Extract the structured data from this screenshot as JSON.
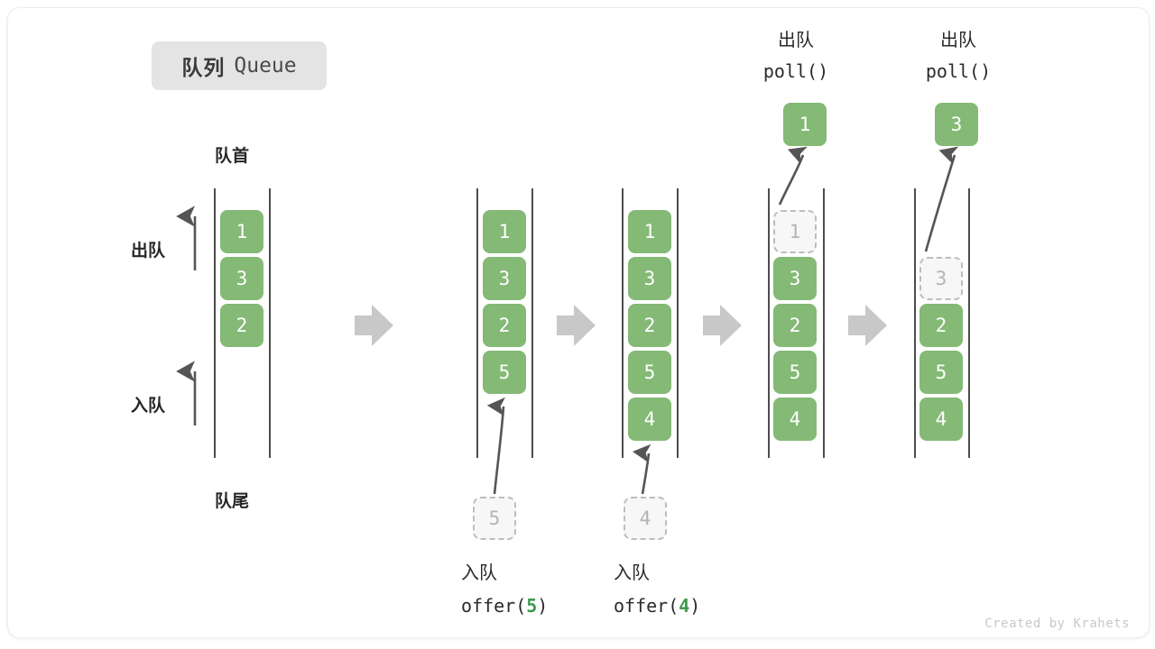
{
  "title": {
    "cn": "队列",
    "en": "Queue"
  },
  "colors": {
    "box_fill": "#84b976",
    "box_text": "#ffffff",
    "ghost_fill": "#f7f7f7",
    "ghost_border": "#bdbdbd",
    "ghost_text": "#b4b4b4",
    "rail": "#4d4d4d",
    "arrow_gray": "#c8c8c8",
    "accent_green": "#3e9a4e",
    "badge_bg": "#e4e4e4",
    "text": "#2b2b2b"
  },
  "side_labels": {
    "head": "队首",
    "tail": "队尾",
    "dequeue": "出队",
    "enqueue": "入队"
  },
  "credit": "Created by Krahets",
  "columns": [
    {
      "id": "initial",
      "top_label": null,
      "bottom_label": null,
      "items": [
        "1",
        "3",
        "2"
      ],
      "slots": [
        "filled",
        "filled",
        "filled",
        "empty",
        "empty"
      ],
      "popped": null,
      "incoming": null
    },
    {
      "id": "after-offer-5",
      "top_label": null,
      "bottom_label": {
        "cn": "入队",
        "fn_prefix": "offer(",
        "fn_value": "5",
        "fn_suffix": ")"
      },
      "items": [
        "1",
        "3",
        "2",
        "5"
      ],
      "slots": [
        "filled",
        "filled",
        "filled",
        "filled",
        "empty"
      ],
      "popped": null,
      "incoming": "5"
    },
    {
      "id": "after-offer-4",
      "top_label": null,
      "bottom_label": {
        "cn": "入队",
        "fn_prefix": "offer(",
        "fn_value": "4",
        "fn_suffix": ")"
      },
      "items": [
        "1",
        "3",
        "2",
        "5",
        "4"
      ],
      "slots": [
        "filled",
        "filled",
        "filled",
        "filled",
        "filled"
      ],
      "popped": null,
      "incoming": "4"
    },
    {
      "id": "after-poll-1",
      "top_label": {
        "cn": "出队",
        "fn": "poll()"
      },
      "items": [
        "1",
        "3",
        "2",
        "5",
        "4"
      ],
      "slots": [
        "ghost",
        "filled",
        "filled",
        "filled",
        "filled"
      ],
      "popped": "1",
      "incoming": null,
      "bottom_label": null
    },
    {
      "id": "after-poll-3",
      "top_label": {
        "cn": "出队",
        "fn": "poll()"
      },
      "items": [
        "",
        "3",
        "2",
        "5",
        "4"
      ],
      "slots": [
        "empty",
        "ghost",
        "filled",
        "filled",
        "filled"
      ],
      "popped": "3",
      "incoming": null,
      "bottom_label": null
    }
  ],
  "transition_arrows": 4
}
